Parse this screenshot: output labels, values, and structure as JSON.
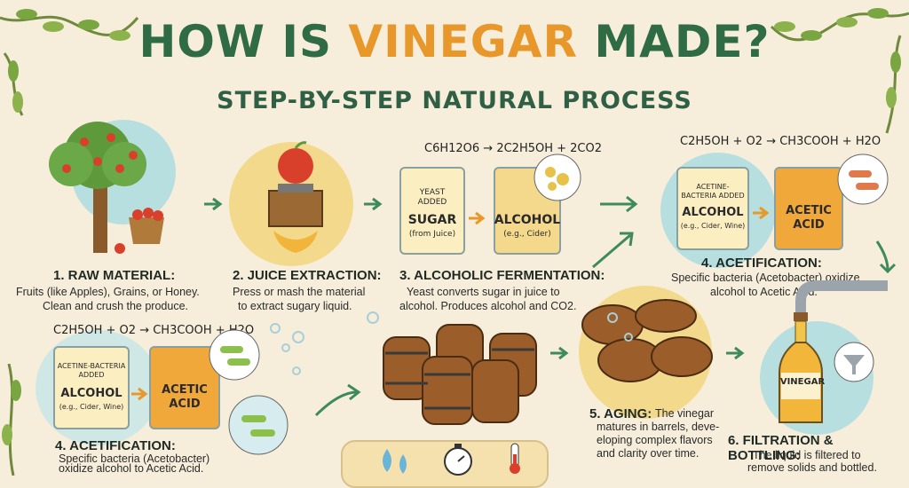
{
  "header": {
    "title_part1": "HOW IS",
    "title_accent": "VINEGAR",
    "title_part2": "MADE?",
    "subtitle": "STEP-BY-STEP NATURAL PROCESS"
  },
  "steps": {
    "raw": {
      "title": "1. RAW MATERIAL:",
      "line1": "Fruits (like Apples), Grains, or Honey.",
      "line2": "Clean and crush the produce."
    },
    "juice": {
      "title": "2. JUICE EXTRACTION:",
      "line1": "Press or mash the material",
      "line2": "to extract sugary liquid."
    },
    "ferment": {
      "formula": "C6H12O6 → 2C2H5OH + 2CO2",
      "jar1_top": "YEAST",
      "jar1_top2": "ADDED",
      "jar1_main": "SUGAR",
      "jar1_sub": "(from Juice)",
      "jar2_main": "ALCOHOL",
      "jar2_sub": "(e.g., Cider)",
      "title": "3. ALCOHOLIC FERMENTATION:",
      "line1": "Yeast converts sugar in juice to",
      "line2": "alcohol. Produces alcohol and CO2."
    },
    "acet_top": {
      "formula": "C2H5OH + O2 → CH3COOH + H2O",
      "jar1_top": "ACETINE-",
      "jar1_top2": "BACTERIA ADDED",
      "jar1_main": "ALCOHOL",
      "jar1_sub": "(e.g., Cider, Wine)",
      "jar2_main": "ACETIC",
      "jar2_main2": "ACID",
      "title": "4. ACETIFICATION:",
      "line1": "Specific bacteria (Acetobacter) oxidize",
      "line2": "alcohol to Acetic Acid."
    },
    "acet_bottom": {
      "formula": "C2H5OH + O2 → CH3COOH + H2O",
      "jar1_top": "ACETINE-BACTERIA",
      "jar1_top2": "ADDED",
      "jar1_main": "ALCOHOL",
      "jar1_sub": "(e.g., Cider, Wine)",
      "jar2_main": "ACETIC",
      "jar2_main2": "ACID",
      "title": "4. ACETIFICATION:",
      "line1": "Specific bacteria (Acetobacter)",
      "line2": "oxidize alcohol to Acetic Acid."
    },
    "aging": {
      "title": "5. AGING:",
      "line1": "The vinegar",
      "line2": "matures in barrels, deve-",
      "line3": "eloping complex flavors",
      "line4": "and clarity over time."
    },
    "bottling": {
      "title": "6. FILTRATION & BOTTLING:",
      "line1": "The liquid is filtered to",
      "line2": "remove solids and bottled.",
      "bottle_label": "VINEGAR"
    }
  },
  "icons": [
    "apple-tree-icon",
    "apple-press-icon",
    "barrel-icon",
    "bottle-icon",
    "funnel-icon",
    "water-drop-icon",
    "stopwatch-icon",
    "thermometer-icon",
    "bacteria-icon",
    "yeast-icon"
  ],
  "colors": {
    "title_green": "#2f6b45",
    "title_orange": "#e8972a",
    "bg": "#f6eedb",
    "arrow_green": "#3f8a5a"
  }
}
